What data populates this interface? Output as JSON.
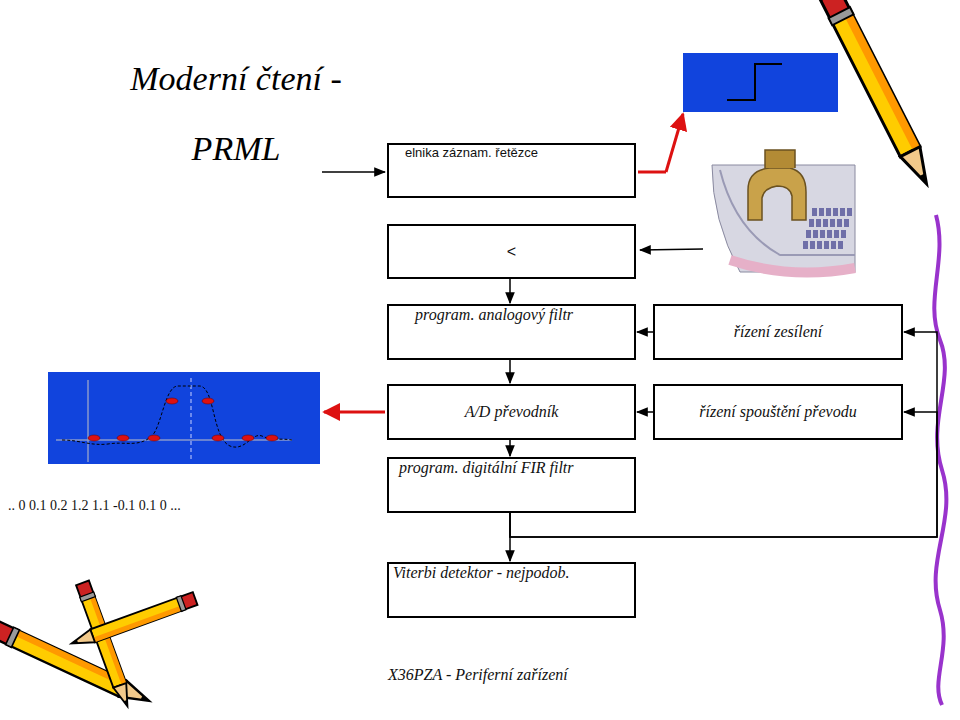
{
  "diagram": {
    "title": "Moderní čtení - PRML",
    "caption": "X36PZA - Periferní zařízení",
    "nodes": [
      {
        "text": [
          "elnika záznam. řetězce"
        ]
      },
      {
        "text": [
          "<"
        ]
      },
      {
        "text": [
          "program. analogový filtr"
        ]
      },
      {
        "text": [
          "řízení zesílení"
        ]
      },
      {
        "text": [
          "A/D převodník"
        ]
      },
      {
        "text": [
          "řízení spouštění převodu"
        ]
      },
      {
        "text": [
          "program. digitální FIR filtr"
        ]
      },
      {
        "text": [
          "Viterbi detektor - nejpodob."
        ]
      }
    ],
    "edges": [
      {
        "from": 1,
        "to": 2,
        "arrow": "to"
      },
      {
        "from": 3,
        "to": 2,
        "arrow": "to"
      },
      {
        "from": 2,
        "to": 4,
        "arrow": "to"
      },
      {
        "from": 5,
        "to": 4,
        "arrow": "to"
      },
      {
        "from": 4,
        "to": 6,
        "arrow": "to"
      },
      {
        "from": 6,
        "to": 7,
        "arrow": "to"
      },
      {
        "from": 6,
        "to": 3,
        "arrow": "to"
      },
      {
        "from": 6,
        "to": 5,
        "arrow": "to"
      }
    ],
    "labels": [
      ".. 0 0.1 0.2 1.2 1.1 -0.1 0.1 0 ..."
    ]
  }
}
